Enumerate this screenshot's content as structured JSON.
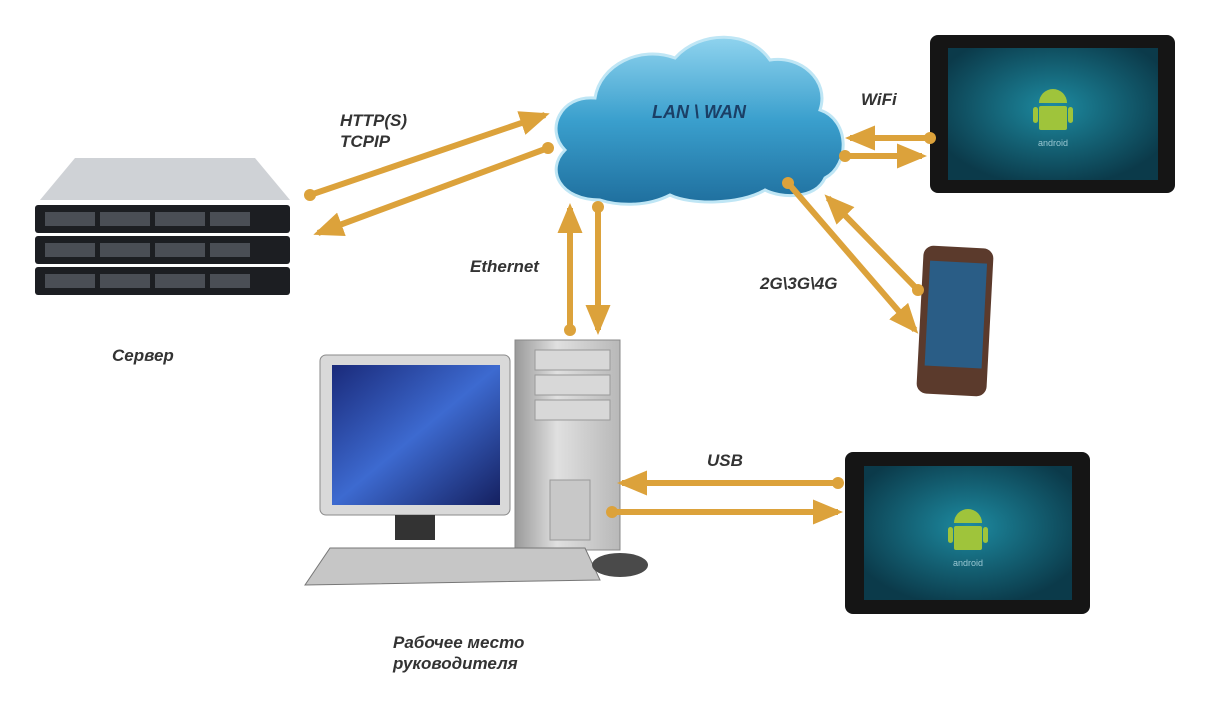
{
  "cloud": {
    "label": "LAN \\ WAN"
  },
  "links": {
    "server": "HTTP(S)\nTCPIP",
    "pc": "Ethernet",
    "tablet_top": "WiFi",
    "phone": "2G\\3G\\4G",
    "tablet_bottom": "USB"
  },
  "nodes": {
    "server": "Сервер",
    "pc": "Рабочее место\nруководителя",
    "tablet_brand": "android"
  },
  "colors": {
    "arrow": "#dca23b",
    "cloud": "#3fa4cf",
    "screen": "#0f5a6e",
    "android": "#9fc43b"
  },
  "icons": [
    "server-rack-icon",
    "cloud-icon",
    "desktop-pc-icon",
    "tablet-icon",
    "smartphone-icon",
    "android-robot-icon"
  ]
}
